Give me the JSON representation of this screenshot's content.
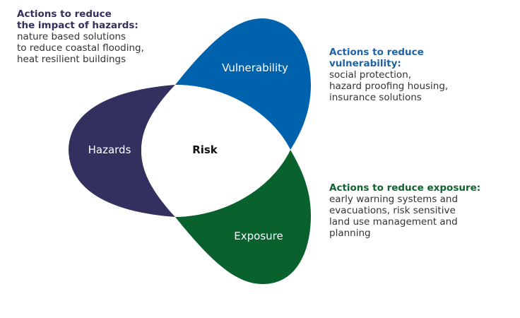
{
  "diagram": {
    "center": {
      "label": "Risk"
    },
    "petals": [
      {
        "id": "hazards",
        "label": "Hazards",
        "color": "#33305f"
      },
      {
        "id": "vulnerability",
        "label": "Vulnerability",
        "color": "#0062ad"
      },
      {
        "id": "exposure",
        "label": "Exposure",
        "color": "#09622e"
      }
    ]
  },
  "notes": {
    "hazards": {
      "heading": "Actions to reduce\nthe impact of hazards:",
      "body": "nature based solutions\nto reduce coastal flooding,\nheat resilient buildings",
      "color": "#33305f"
    },
    "vulnerability": {
      "heading": "Actions to reduce\nvulnerability:",
      "body": "social protection,\nhazard proofing housing,\ninsurance solutions",
      "color": "#1d63a8"
    },
    "exposure": {
      "heading": "Actions to reduce exposure:",
      "body": "early warning systems and\nevacuations, risk sensitive\nland use management and\nplanning",
      "color": "#10622f"
    }
  }
}
